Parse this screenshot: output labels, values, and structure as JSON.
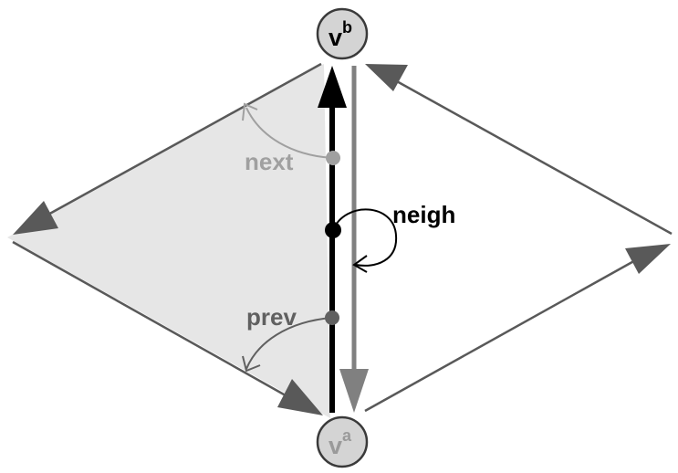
{
  "vertices": {
    "top": {
      "base": "v",
      "superscript": "b"
    },
    "bottom": {
      "base": "v",
      "superscript": "a"
    }
  },
  "labels": {
    "next": "next",
    "prev": "prev",
    "neigh": "neigh"
  },
  "colors": {
    "face_fill": "#e6e6e6",
    "edge_gray": "#595959",
    "twin_edge": "#808080",
    "main_edge": "#000000",
    "next_color": "#a0a0a0",
    "prev_color": "#606060",
    "vertex_fill": "#d4d4d4",
    "vertex_stroke": "#3a3a3a",
    "v_top_text": "#000000",
    "v_bottom_text": "#9a9a9a"
  }
}
